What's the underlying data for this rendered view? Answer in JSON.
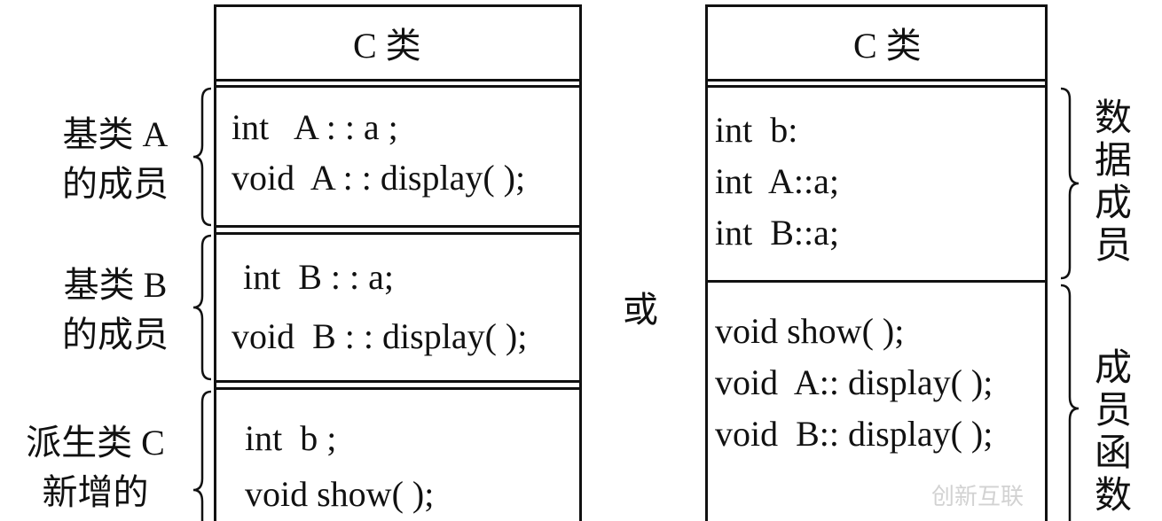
{
  "left_class": {
    "title": "C 类",
    "sections": [
      {
        "label": [
          "基类 A",
          "的成员"
        ],
        "lines": [
          "int   A : : a ;",
          "void  A : : display( );"
        ]
      },
      {
        "label": [
          "基类 B",
          "的成员"
        ],
        "lines": [
          " int  B : : a;",
          "void  B : : display( );"
        ]
      },
      {
        "label": [
          "派生类 C",
          "新增的"
        ],
        "lines": [
          "int  b ;",
          "void show( );"
        ]
      }
    ]
  },
  "or_label": "或",
  "right_class": {
    "title": "C 类",
    "data_members": {
      "label": "数据成员",
      "lines": [
        "int  b:",
        "int  A::a;",
        "int  B::a;"
      ]
    },
    "member_functions": {
      "label": "成员函数",
      "lines": [
        "void show( );",
        "void  A:: display( );",
        "void  B:: display( );"
      ]
    }
  },
  "watermark": "创新互联"
}
